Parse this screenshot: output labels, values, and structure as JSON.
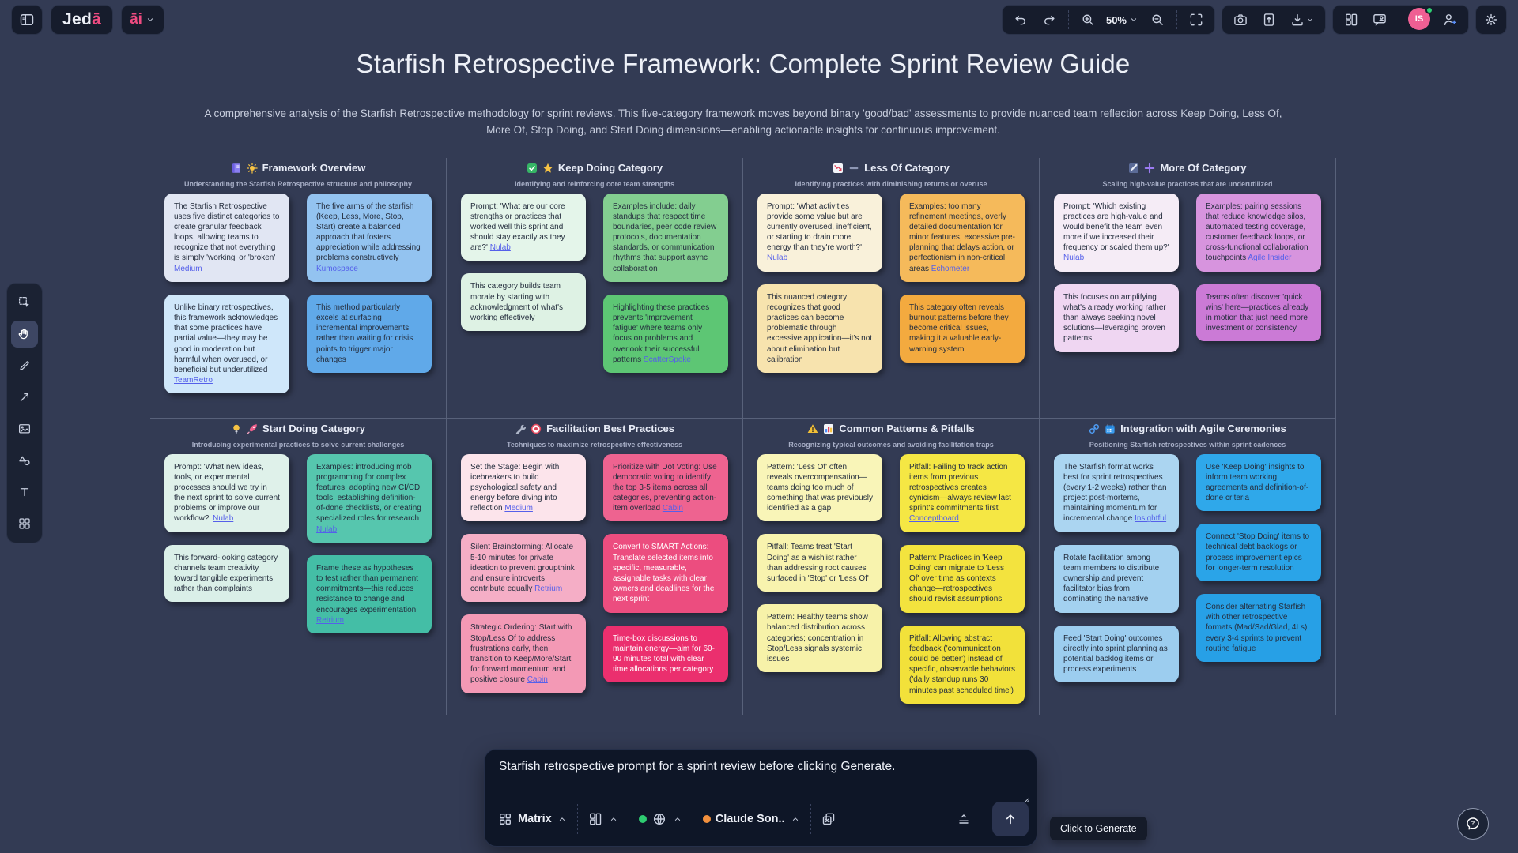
{
  "topbar": {
    "logo_prefix": "Jed",
    "logo_accent": "ā",
    "ai_label": "āi",
    "zoom_level": "50%",
    "icons": {
      "left": [
        "sidebar-toggle-icon"
      ],
      "history": [
        "undo-icon",
        "redo-icon"
      ],
      "zoom": [
        "zoom-in-icon",
        "zoom-out-icon"
      ],
      "view": [
        "fullscreen-icon"
      ],
      "capture": [
        "camera-icon",
        "export-icon",
        "download-icon"
      ],
      "workspace": [
        "columns-icon",
        "present-icon"
      ],
      "account": [
        "person-add-icon",
        "gear-icon"
      ]
    }
  },
  "user": {
    "avatar_initials": "IS"
  },
  "sidebar": {
    "active_tool": "hand",
    "tools": [
      "select",
      "hand",
      "pen",
      "arrow",
      "frame",
      "shapes",
      "text",
      "apps"
    ]
  },
  "canvas": {
    "title": "Starfish Retrospective Framework: Complete Sprint Review Guide",
    "subtitle": "A comprehensive analysis of the Starfish Retrospective methodology for sprint reviews. This five-category framework moves beyond binary 'good/bad' assessments to provide nuanced team reflection across Keep Doing, Less Of, More Of, Stop Doing, and Start Doing dimensions—enabling actionable insights for continuous improvement."
  },
  "sections": [
    {
      "slug": "framework-overview",
      "title": "Framework Overview",
      "subtitle": "Understanding the Starfish Retrospective structure and philosophy",
      "icons": [
        "book-icon",
        "sun-icon"
      ],
      "notes": [
        {
          "col": 0,
          "bg": "#e1e6f3",
          "text": "The Starfish Retrospective uses five distinct categories to create granular feedback loops, allowing teams to recognize that not everything is simply 'working' or 'broken'",
          "link": "Medium"
        },
        {
          "col": 1,
          "bg": "#93c3f0",
          "text": "The five arms of the starfish (Keep, Less, More, Stop, Start) create a balanced approach that fosters appreciation while addressing problems constructively",
          "link": "Kumospace"
        },
        {
          "col": 0,
          "bg": "#cfe7fa",
          "text": "Unlike binary retrospectives, this framework acknowledges that some practices have partial value—they may be good in moderation but harmful when overused, or beneficial but underutilized",
          "link": "TeamRetro"
        },
        {
          "col": 1,
          "bg": "#60a9e9",
          "text": "This method particularly excels at surfacing incremental improvements rather than waiting for crisis points to trigger major changes"
        }
      ]
    },
    {
      "slug": "keep-doing",
      "title": "Keep Doing Category",
      "subtitle": "Identifying and reinforcing core team strengths",
      "icons": [
        "check-icon",
        "star-icon"
      ],
      "notes": [
        {
          "col": 0,
          "bg": "#e4f5ea",
          "text": "Prompt: 'What are our core strengths or practices that worked well this sprint and should stay exactly as they are?'",
          "link": "Nulab"
        },
        {
          "col": 1,
          "bg": "#83ce90",
          "text": "Examples include: daily standups that respect time boundaries, peer code review protocols, documentation standards, or communication rhythms that support async collaboration"
        },
        {
          "col": 0,
          "bg": "#def2e4",
          "text": "This category builds team morale by starting with acknowledgment of what's working effectively"
        },
        {
          "col": 1,
          "bg": "#5dc674",
          "text": "Highlighting these practices prevents 'improvement fatigue' where teams only focus on problems and overlook their successful patterns",
          "link": "ScatterSpoke"
        }
      ]
    },
    {
      "slug": "less-of",
      "title": "Less Of Category",
      "subtitle": "Identifying practices with diminishing returns or overuse",
      "icons": [
        "chart-down-icon",
        "minus-icon"
      ],
      "notes": [
        {
          "col": 0,
          "bg": "#f9f1da",
          "text": "Prompt: 'What activities provide some value but are currently overused, inefficient, or starting to drain more energy than they're worth?'",
          "link": "Nulab"
        },
        {
          "col": 1,
          "bg": "#f5ba5b",
          "text": "Examples: too many refinement meetings, overly detailed documentation for minor features, excessive pre-planning that delays action, or perfectionism in non-critical areas",
          "link": "Echometer"
        },
        {
          "col": 0,
          "bg": "#f7e3ae",
          "text": "This nuanced category recognizes that good practices can become problematic through excessive application—it's not about elimination but calibration"
        },
        {
          "col": 1,
          "bg": "#f3aa3f",
          "text": "This category often reveals burnout patterns before they become critical issues, making it a valuable early-warning system"
        }
      ]
    },
    {
      "slug": "more-of",
      "title": "More Of Category",
      "subtitle": "Scaling high-value practices that are underutilized",
      "icons": [
        "chart-edit-icon",
        "plus-icon"
      ],
      "notes": [
        {
          "col": 0,
          "bg": "#f5ecf6",
          "text": "Prompt: 'Which existing practices are high-value and would benefit the team even more if we increased their frequency or scaled them up?'",
          "link": "Nulab"
        },
        {
          "col": 1,
          "bg": "#d794de",
          "text": "Examples: pairing sessions that reduce knowledge silos, automated testing coverage, customer feedback loops, or cross-functional collaboration touchpoints",
          "link": "Agile Insider"
        },
        {
          "col": 0,
          "bg": "#efd6f2",
          "text": "This focuses on amplifying what's already working rather than always seeking novel solutions—leveraging proven patterns"
        },
        {
          "col": 1,
          "bg": "#cb7ad6",
          "text": "Teams often discover 'quick wins' here—practices already in motion that just need more investment or consistency"
        }
      ]
    },
    {
      "slug": "start-doing",
      "title": "Start Doing Category",
      "subtitle": "Introducing experimental practices to solve current challenges",
      "icons": [
        "bulb-icon",
        "rocket-icon"
      ],
      "notes": [
        {
          "col": 0,
          "bg": "#dff1ea",
          "text": "Prompt: 'What new ideas, tools, or experimental processes should we try in the next sprint to solve current problems or improve our workflow?'",
          "link": "Nulab"
        },
        {
          "col": 1,
          "bg": "#56c6ae",
          "text": "Examples: introducing mob programming for complex features, adopting new CI/CD tools, establishing definition-of-done checklists, or creating specialized roles for research",
          "link": "Nulab"
        },
        {
          "col": 0,
          "bg": "#daefe8",
          "text": "This forward-looking category channels team creativity toward tangible experiments rather than complaints"
        },
        {
          "col": 1,
          "bg": "#44bea6",
          "text": "Frame these as hypotheses to test rather than permanent commitments—this reduces resistance to change and encourages experimentation",
          "link": "Retrium"
        }
      ]
    },
    {
      "slug": "facilitation-best-practices",
      "title": "Facilitation Best Practices",
      "subtitle": "Techniques to maximize retrospective effectiveness",
      "icons": [
        "wrench-icon",
        "target-icon"
      ],
      "notes": [
        {
          "col": 0,
          "bg": "#fce4eb",
          "text": "Set the Stage: Begin with icebreakers to build psychological safety and energy before diving into reflection",
          "link": "Medium"
        },
        {
          "col": 1,
          "bg": "#ee6390",
          "text": "Prioritize with Dot Voting: Use democratic voting to identify the top 3-5 items across all categories, preventing action-item overload",
          "link": "Cabin"
        },
        {
          "col": 0,
          "bg": "#f5aec6",
          "text": "Silent Brainstorming: Allocate 5-10 minutes for private ideation to prevent groupthink and ensure introverts contribute equally",
          "link": "Retrium"
        },
        {
          "col": 1,
          "bg": "#ec4d7f",
          "white": true,
          "text": "Convert to SMART Actions: Translate selected items into specific, measurable, assignable tasks with clear owners and deadlines for the next sprint"
        },
        {
          "col": 0,
          "bg": "#f399b5",
          "text": "Strategic Ordering: Start with Stop/Less Of to address frustrations early, then transition to Keep/More/Start for forward momentum and positive closure",
          "link": "Cabin"
        },
        {
          "col": 1,
          "bg": "#eb2f6e",
          "white": true,
          "text": "Time-box discussions to maintain energy—aim for 60-90 minutes total with clear time allocations per category"
        }
      ]
    },
    {
      "slug": "common-patterns-pitfalls",
      "title": "Common Patterns & Pitfalls",
      "subtitle": "Recognizing typical outcomes and avoiding facilitation traps",
      "icons": [
        "warning-icon",
        "bar-chart-icon"
      ],
      "notes": [
        {
          "col": 0,
          "bg": "#f9f5b8",
          "text": "Pattern: 'Less Of' often reveals overcompensation—teams doing too much of something that was previously identified as a gap"
        },
        {
          "col": 1,
          "bg": "#f5e744",
          "text": "Pitfall: Failing to track action items from previous retrospectives creates cynicism—always review last sprint's commitments first",
          "link": "Conceptboard"
        },
        {
          "col": 0,
          "bg": "#f8f3ae",
          "text": "Pitfall: Teams treat 'Start Doing' as a wishlist rather than addressing root causes surfaced in 'Stop' or 'Less Of'"
        },
        {
          "col": 1,
          "bg": "#f3e33e",
          "text": "Pattern: Practices in 'Keep Doing' can migrate to 'Less Of' over time as contexts change—retrospectives should revisit assumptions"
        },
        {
          "col": 0,
          "bg": "#f7f2a9",
          "text": "Pattern: Healthy teams show balanced distribution across categories; concentration in Stop/Less signals systemic issues"
        },
        {
          "col": 1,
          "bg": "#f2e13a",
          "text": "Pitfall: Allowing abstract feedback ('communication could be better') instead of specific, observable behaviors ('daily standup runs 30 minutes past scheduled time')"
        }
      ]
    },
    {
      "slug": "integration-agile-ceremonies",
      "title": "Integration with Agile Ceremonies",
      "subtitle": "Positioning Starfish retrospectives within sprint cadences",
      "icons": [
        "link-icon",
        "calendar-icon"
      ],
      "notes": [
        {
          "col": 0,
          "bg": "#abd5f1",
          "text": "The Starfish format works best for sprint retrospectives (every 1-2 weeks) rather than project post-mortems, maintaining momentum for incremental change",
          "link": "Insightful"
        },
        {
          "col": 1,
          "bg": "#2fa8ea",
          "text": "Use 'Keep Doing' insights to inform team working agreements and definition-of-done criteria"
        },
        {
          "col": 0,
          "bg": "#a3d1f0",
          "text": "Rotate facilitation among team members to distribute ownership and prevent facilitator bias from dominating the narrative"
        },
        {
          "col": 1,
          "bg": "#2aa4e8",
          "text": "Connect 'Stop Doing' items to technical debt backlogs or process improvement epics for longer-term resolution"
        },
        {
          "col": 0,
          "bg": "#9ccdef",
          "text": "Feed 'Start Doing' outcomes directly into sprint planning as potential backlog items or process experiments"
        },
        {
          "col": 1,
          "bg": "#27a0e6",
          "text": "Consider alternating Starfish with other retrospective formats (Mad/Sad/Glad, 4Ls) every 3-4 sprints to prevent routine fatigue"
        }
      ]
    }
  ],
  "prompt_bar": {
    "prompt_text": "Starfish retrospective prompt for a sprint review before clicking Generate.",
    "mode_label": "Matrix",
    "model_label": "Claude Son..",
    "tooltip": "Click to Generate"
  },
  "colors": {
    "background": "#333b54",
    "panel": "#0e1627",
    "accent_pink": "#ef4b81",
    "link": "#5560ea",
    "avatar": "#ef5f93",
    "online_dot": "#2fd173",
    "lang_dot": "#2ecc71",
    "model_dot": "#f2903d"
  }
}
